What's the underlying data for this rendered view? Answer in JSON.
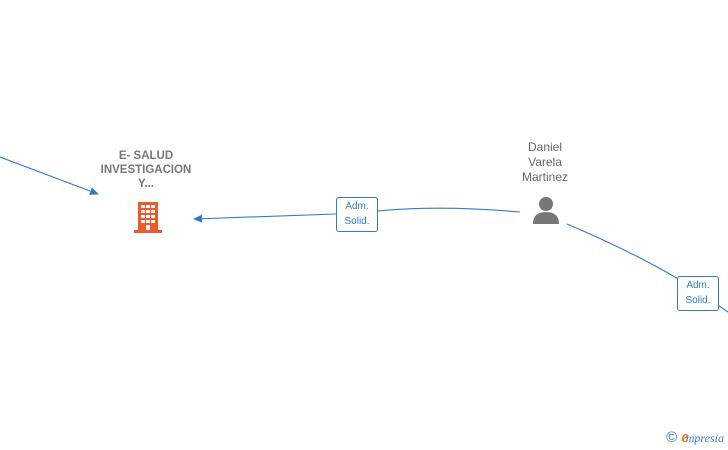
{
  "company": {
    "name_lines": [
      "E- SALUD",
      "INVESTIGACION",
      "Y..."
    ],
    "icon": "building-icon",
    "color": "#f05a28"
  },
  "person": {
    "name_lines": [
      "Daniel",
      "Varela",
      "Martinez"
    ],
    "icon": "person-icon",
    "color": "#777777"
  },
  "edges": [
    {
      "from": "person",
      "to": "company",
      "role_lines": [
        "Adm.",
        "Solid."
      ]
    },
    {
      "from": "person",
      "to": "offscreen-right",
      "role_lines": [
        "Adm.",
        "Solid."
      ]
    },
    {
      "from": "offscreen-left",
      "to": "company",
      "role_lines": []
    }
  ],
  "footer": {
    "copyright_symbol": "©",
    "brand_first": "e",
    "brand_rest": "mpresia"
  },
  "colors": {
    "edge": "#2f7ad0",
    "brand_orange": "#f07d1a"
  }
}
